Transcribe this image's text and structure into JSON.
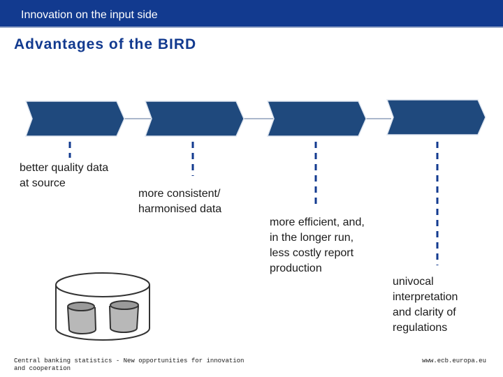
{
  "header": {
    "section_title": "Innovation on the input side"
  },
  "slide": {
    "title": "Advantages of the BIRD"
  },
  "benefits": [
    {
      "text_lines": [
        "better quality data",
        "at source"
      ]
    },
    {
      "text_lines": [
        "more consistent/",
        "harmonised data"
      ]
    },
    {
      "text_lines": [
        "more efficient, and,",
        "in the longer run,",
        "less costly report",
        "production"
      ]
    },
    {
      "text_lines": [
        "univocal",
        "interpretation",
        "and clarity of",
        "regulations"
      ]
    }
  ],
  "footer": {
    "left_lines": [
      "Central banking statistics - New opportunities for innovation",
      "and cooperation"
    ],
    "right": "www.ecb.europa.eu"
  },
  "colors": {
    "header": "#123a8f",
    "arrow": "#1f497d"
  },
  "icons": {
    "database": "database-icon"
  }
}
